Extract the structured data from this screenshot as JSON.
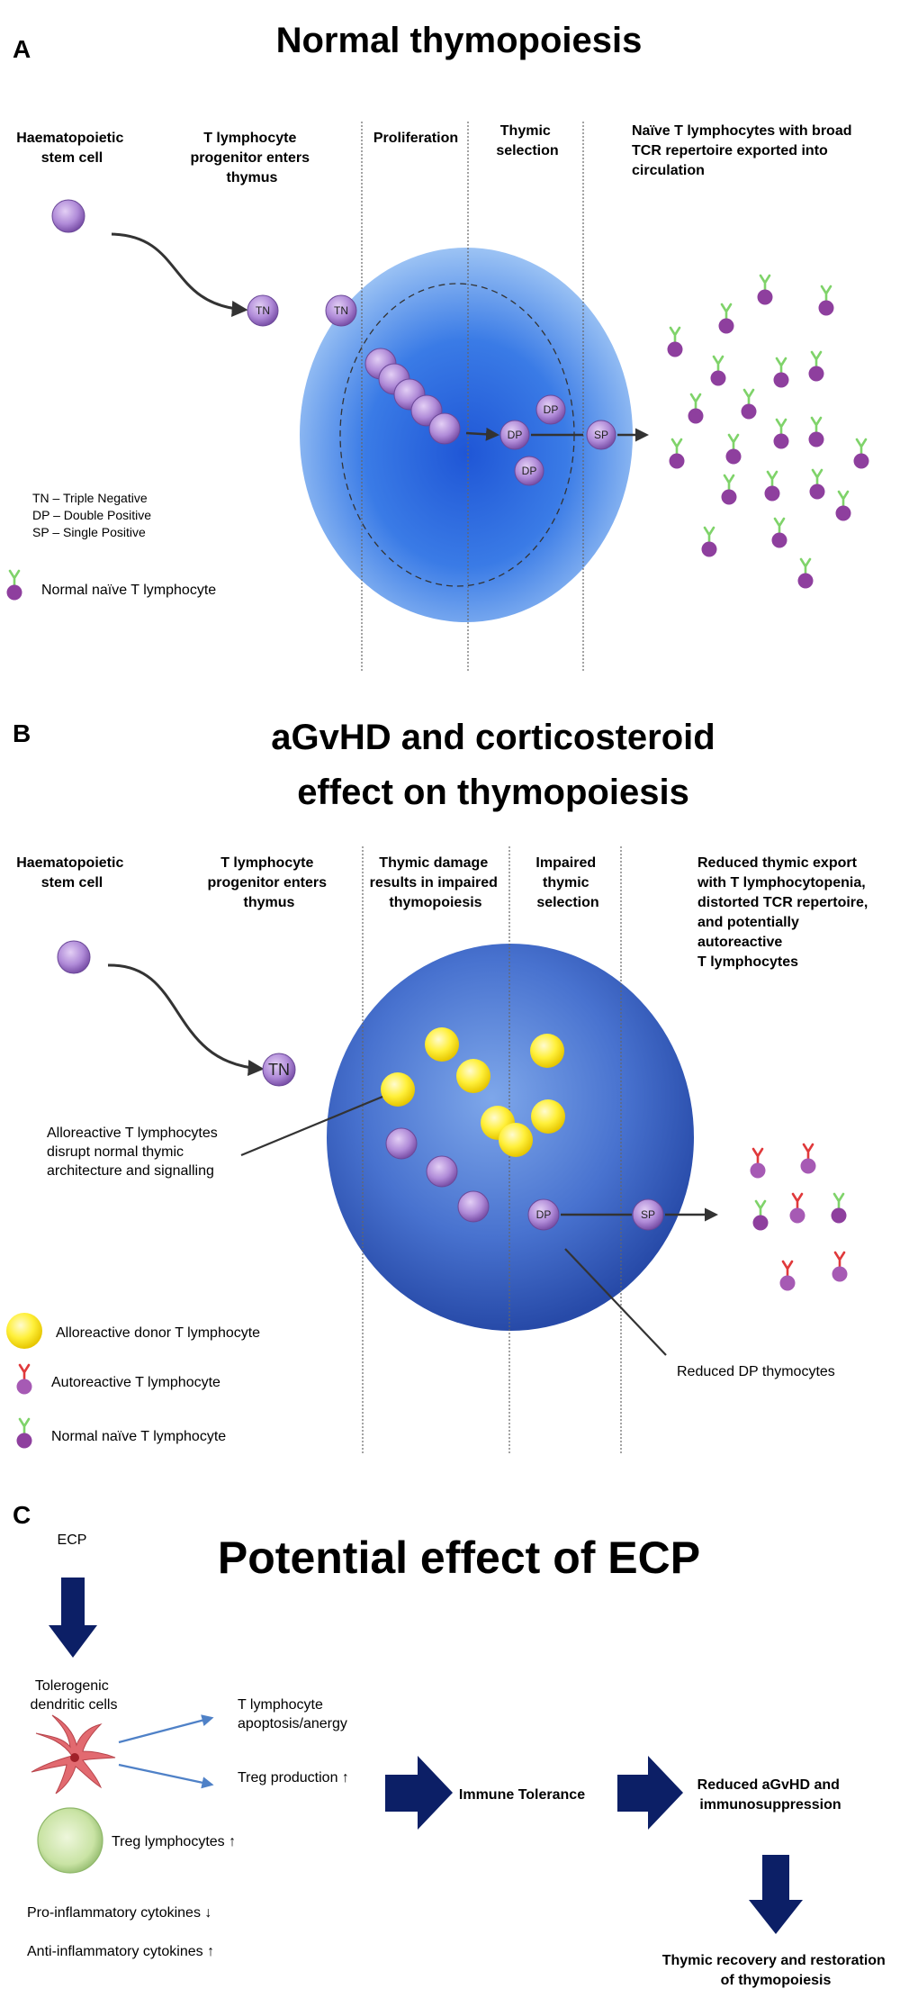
{
  "panel_a": {
    "letter": "A",
    "title": "Normal thymopoiesis",
    "col_hsc": [
      "Haematopoietic",
      "stem cell"
    ],
    "col_progenitor": [
      "T lymphocyte",
      "progenitor enters",
      "thymus"
    ],
    "col_proliferation": [
      "Proliferation"
    ],
    "col_selection": [
      "Thymic",
      "selection"
    ],
    "col_export": [
      "Naïve T lymphocytes with broad",
      "TCR repertoire exported into",
      "circulation"
    ],
    "cell_tn": "TN",
    "cell_dp": "DP",
    "cell_sp": "SP",
    "legend_tn": "TN – Triple Negative",
    "legend_dp": "DP – Double Positive",
    "legend_sp": "SP – Single Positive",
    "legend_naive": "Normal naïve T lymphocyte"
  },
  "panel_b": {
    "letter": "B",
    "title_line1": "aGvHD and corticosteroid",
    "title_line2": "effect on thymopoiesis",
    "col_hsc": [
      "Haematopoietic",
      "stem cell"
    ],
    "col_progenitor": [
      "T lymphocyte",
      "progenitor enters",
      "thymus"
    ],
    "col_damage": [
      "Thymic damage",
      "results in impaired",
      "thymopoiesis"
    ],
    "col_selection": [
      "Impaired",
      "thymic",
      "selection"
    ],
    "col_export": [
      "Reduced thymic export",
      "with T lymphocytopenia,",
      "distorted TCR repertoire,",
      "and potentially",
      "autoreactive",
      "T lymphocytes"
    ],
    "cell_tn": "TN",
    "cell_dp": "DP",
    "cell_sp": "SP",
    "alloreactive_note": [
      "Alloreactive T lymphocytes",
      "disrupt normal thymic",
      "architecture and signalling"
    ],
    "reduced_dp": "Reduced DP thymocytes",
    "legend_allo": "Alloreactive donor T lymphocyte",
    "legend_auto": "Autoreactive T lymphocyte",
    "legend_naive": "Normal naïve T lymphocyte"
  },
  "panel_c": {
    "letter": "C",
    "title": "Potential effect of ECP",
    "ecp": "ECP",
    "dendritic": [
      "Tolerogenic",
      "dendritic cells"
    ],
    "apoptosis": [
      "T lymphocyte",
      "apoptosis/anergy"
    ],
    "treg_production": "Treg production ↑",
    "treg_lymphocytes": "Treg lymphocytes ↑",
    "pro_inflammatory": "Pro-inflammatory cytokines ↓",
    "anti_inflammatory": "Anti-inflammatory cytokines ↑",
    "immune_tolerance": "Immune Tolerance",
    "reduced_agvhd": [
      "Reduced aGvHD and",
      "immunosuppression"
    ],
    "thymic_recovery": [
      "Thymic recovery and restoration",
      "of thymopoiesis"
    ]
  },
  "colors": {
    "thymus_light": "#8fbaf2",
    "thymus_mid": "#5a92e6",
    "thymus_dark_b": "#3b63c4",
    "cell_purple": "#b48fd6",
    "cell_dark_purple": "#8a3f9f",
    "naive_receptor": "#7fd36a",
    "auto_receptor": "#e0393b",
    "allo_yellow": "#ffe93a",
    "navy_arrow": "#0c1f66",
    "blue_arrow": "#4f81c7"
  }
}
